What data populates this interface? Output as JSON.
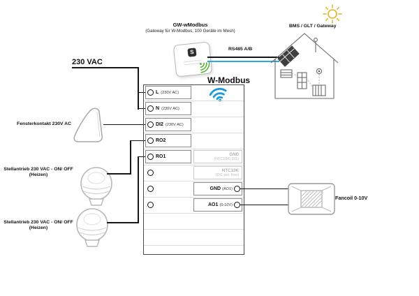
{
  "gateway": {
    "name": "GW-wModbus",
    "desc": "(Gateway für W-Modbus, 100 Geräte im Mesh)",
    "logo": "S"
  },
  "bus": {
    "label": "RS485 A/B",
    "line_colors": [
      "#161616",
      "#29abe2"
    ]
  },
  "bms": {
    "label": "BMS / GLT / Gateway"
  },
  "power": {
    "label": "230 VAC"
  },
  "wmodbus": {
    "label": "W-Modbus",
    "wifi_color": "#1d9bd8"
  },
  "devices": {
    "window_contact": {
      "label": "Fensterkontakt 230V AC"
    },
    "actuator1": {
      "label": "Stellantrieb 230 VAC - ON/ OFF",
      "sublabel": "(Heizen)"
    },
    "actuator2": {
      "label": "Stellantrieb 230 VAC - ON/ OFF",
      "sublabel": "(Heizen)"
    },
    "fancoil": {
      "label": "Fancoil 0-10V"
    }
  },
  "terminals": {
    "left": [
      {
        "name": "L",
        "sub": "(230V AC)"
      },
      {
        "name": "N",
        "sub": "(230V AC)"
      },
      {
        "name": "DI2",
        "sub": "(230V AC)"
      },
      {
        "name": "RO2",
        "sub": ""
      },
      {
        "name": "RO1",
        "sub": ""
      }
    ],
    "right_inactive": [
      {
        "name": "GND",
        "sub": "(NTC10K/ DI1)"
      },
      {
        "name": "NTC10K",
        "sub": "(DI1 pot. free)"
      }
    ],
    "right_active": [
      {
        "name": "GND",
        "sub": "(AO1)"
      },
      {
        "name": "AO1",
        "sub": "(0-10V)"
      }
    ]
  },
  "accent_colors": {
    "wifi_blue": "#1d9bd8",
    "wifi_green": "#5cb335",
    "bus_blue": "#29abe2",
    "sun_yellow": "#e3b422"
  }
}
